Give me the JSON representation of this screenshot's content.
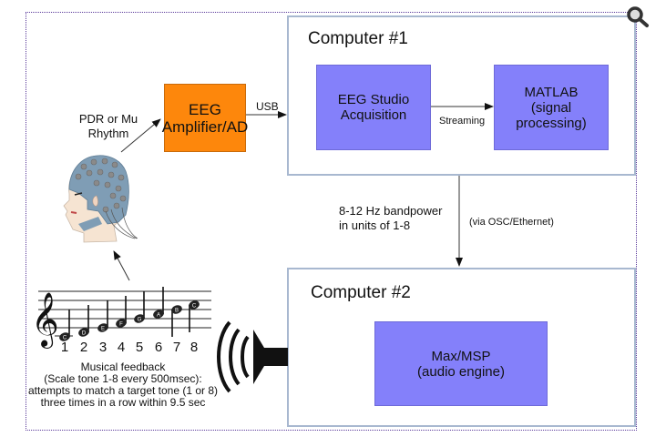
{
  "diagram": {
    "computer1": {
      "title": "Computer #1",
      "acquisition": {
        "line1": "EEG Studio",
        "line2": "Acquisition"
      },
      "matlab": {
        "line1": "MATLAB",
        "line2": "(signal processing)"
      },
      "streaming_label": "Streaming"
    },
    "computer2": {
      "title": "Computer #2",
      "maxmsp": {
        "line1": "Max/MSP",
        "line2": "(audio engine)"
      }
    },
    "amplifier": {
      "line1": "EEG",
      "line2": "Amplifier/AD"
    },
    "usb_label": "USB",
    "rhythm_label": {
      "line1": "PDR or Mu",
      "line2": "Rhythm"
    },
    "bandpower_label": {
      "line1": "8-12 Hz bandpower",
      "line2": "in units of 1-8"
    },
    "osc_label": "(via OSC/Ethernet)",
    "scale": {
      "note_letters": [
        "C",
        "D",
        "E",
        "F",
        "G",
        "A",
        "B",
        "C"
      ],
      "degree_numbers": [
        "1",
        "2",
        "3",
        "4",
        "5",
        "6",
        "7",
        "8"
      ]
    },
    "feedback_caption": {
      "line1": "Musical feedback",
      "line2": "(Scale tone 1-8 every 500msec):",
      "line3": "attempts to match a target tone (1 or 8)",
      "line4": "three times in a row within 9.5 sec"
    },
    "icons": {
      "zoom": "magnifier-icon",
      "head": "eeg-cap-head-icon",
      "speaker": "speaker-icon",
      "treble_clef": "treble-clef-icon"
    },
    "colors": {
      "purple_block": "#8480fa",
      "orange_block": "#fd870c",
      "computer_border": "#a8b8d0",
      "frame_border": "#5a3a9a",
      "cap_blue": "#7f9db5",
      "skin": "#f6e4d2"
    }
  }
}
